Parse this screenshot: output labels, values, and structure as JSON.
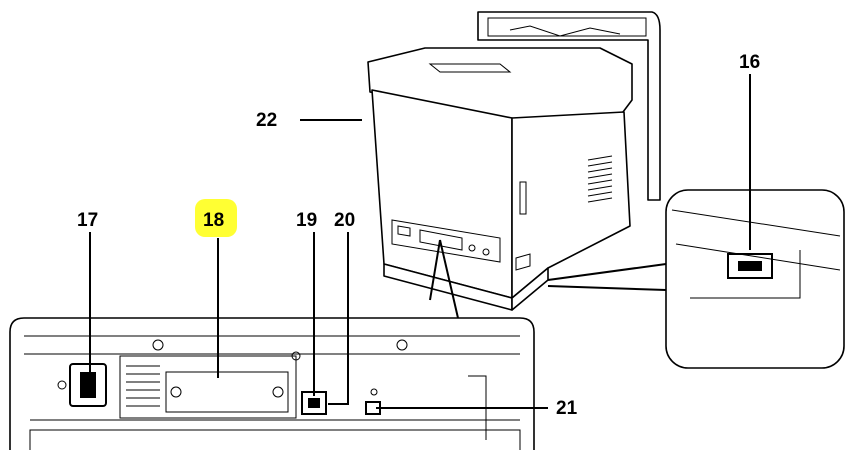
{
  "callouts": {
    "c16": "16",
    "c17": "17",
    "c18": "18",
    "c19": "19",
    "c20": "20",
    "c21": "21",
    "c22": "22"
  },
  "highlight_color": "#ffff33",
  "line_color": "#000000"
}
